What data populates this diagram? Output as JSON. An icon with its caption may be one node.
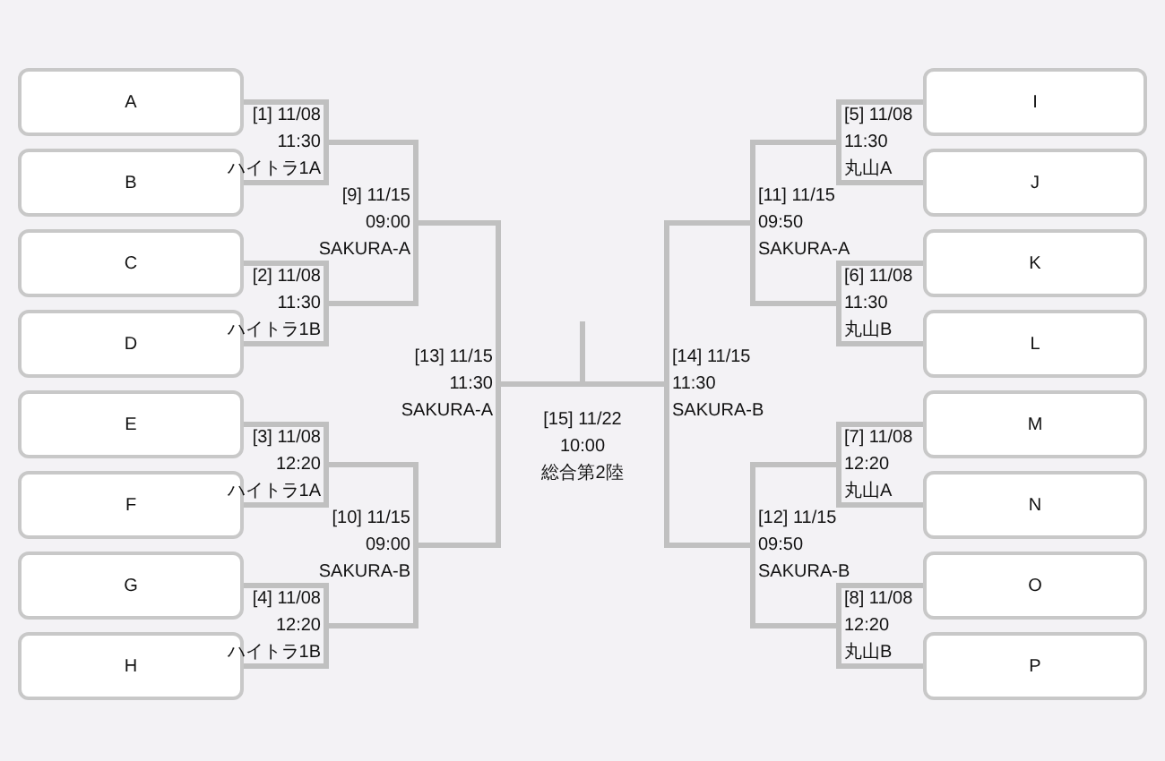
{
  "diagram": {
    "nodes": [
      {
        "text": [
          "A"
        ]
      },
      {
        "text": [
          "B"
        ]
      },
      {
        "text": [
          "C"
        ]
      },
      {
        "text": [
          "D"
        ]
      },
      {
        "text": [
          "E"
        ]
      },
      {
        "text": [
          "F"
        ]
      },
      {
        "text": [
          "G"
        ]
      },
      {
        "text": [
          "H"
        ]
      },
      {
        "text": [
          "I"
        ]
      },
      {
        "text": [
          "J"
        ]
      },
      {
        "text": [
          "K"
        ]
      },
      {
        "text": [
          "L"
        ]
      },
      {
        "text": [
          "M"
        ]
      },
      {
        "text": [
          "N"
        ]
      },
      {
        "text": [
          "O"
        ]
      },
      {
        "text": [
          "P"
        ]
      },
      {
        "text": [
          "[1] 11/08",
          "11:30",
          "ハイトラ1A"
        ]
      },
      {
        "text": [
          "[2] 11/08",
          "11:30",
          "ハイトラ1B"
        ]
      },
      {
        "text": [
          "[3] 11/08",
          "12:20",
          "ハイトラ1A"
        ]
      },
      {
        "text": [
          "[4] 11/08",
          "12:20",
          "ハイトラ1B"
        ]
      },
      {
        "text": [
          "[5] 11/08",
          "11:30",
          "丸山A"
        ]
      },
      {
        "text": [
          "[6] 11/08",
          "11:30",
          "丸山B"
        ]
      },
      {
        "text": [
          "[7] 11/08",
          "12:20",
          "丸山A"
        ]
      },
      {
        "text": [
          "[8] 11/08",
          "12:20",
          "丸山B"
        ]
      },
      {
        "text": [
          "[9] 11/15",
          "09:00",
          "SAKURA-A"
        ]
      },
      {
        "text": [
          "[10] 11/15",
          "09:00",
          "SAKURA-B"
        ]
      },
      {
        "text": [
          "[11] 11/15",
          "09:50",
          "SAKURA-A"
        ]
      },
      {
        "text": [
          "[12] 11/15",
          "09:50",
          "SAKURA-B"
        ]
      },
      {
        "text": [
          "[13] 11/15",
          "11:30",
          "SAKURA-A"
        ]
      },
      {
        "text": [
          "[14] 11/15",
          "11:30",
          "SAKURA-B"
        ]
      },
      {
        "text": [
          "[15] 11/22",
          "10:00",
          "総合第2陸"
        ]
      }
    ],
    "edges": [
      {
        "from": 0,
        "to": 16,
        "arrow": "none"
      },
      {
        "from": 1,
        "to": 16,
        "arrow": "none"
      },
      {
        "from": 2,
        "to": 17,
        "arrow": "none"
      },
      {
        "from": 3,
        "to": 17,
        "arrow": "none"
      },
      {
        "from": 4,
        "to": 18,
        "arrow": "none"
      },
      {
        "from": 5,
        "to": 18,
        "arrow": "none"
      },
      {
        "from": 6,
        "to": 19,
        "arrow": "none"
      },
      {
        "from": 7,
        "to": 19,
        "arrow": "none"
      },
      {
        "from": 8,
        "to": 20,
        "arrow": "none"
      },
      {
        "from": 9,
        "to": 20,
        "arrow": "none"
      },
      {
        "from": 10,
        "to": 21,
        "arrow": "none"
      },
      {
        "from": 11,
        "to": 21,
        "arrow": "none"
      },
      {
        "from": 12,
        "to": 22,
        "arrow": "none"
      },
      {
        "from": 13,
        "to": 22,
        "arrow": "none"
      },
      {
        "from": 14,
        "to": 23,
        "arrow": "none"
      },
      {
        "from": 15,
        "to": 23,
        "arrow": "none"
      },
      {
        "from": 16,
        "to": 24,
        "arrow": "none"
      },
      {
        "from": 17,
        "to": 24,
        "arrow": "none"
      },
      {
        "from": 18,
        "to": 25,
        "arrow": "none"
      },
      {
        "from": 19,
        "to": 25,
        "arrow": "none"
      },
      {
        "from": 20,
        "to": 26,
        "arrow": "none"
      },
      {
        "from": 21,
        "to": 26,
        "arrow": "none"
      },
      {
        "from": 22,
        "to": 27,
        "arrow": "none"
      },
      {
        "from": 23,
        "to": 27,
        "arrow": "none"
      },
      {
        "from": 24,
        "to": 28,
        "arrow": "none"
      },
      {
        "from": 25,
        "to": 28,
        "arrow": "none"
      },
      {
        "from": 26,
        "to": 29,
        "arrow": "none"
      },
      {
        "from": 27,
        "to": 29,
        "arrow": "none"
      },
      {
        "from": 28,
        "to": 30,
        "arrow": "none"
      },
      {
        "from": 29,
        "to": 30,
        "arrow": "none"
      },
      {
        "from": 30,
        "to": null,
        "arrow": "none"
      }
    ]
  }
}
